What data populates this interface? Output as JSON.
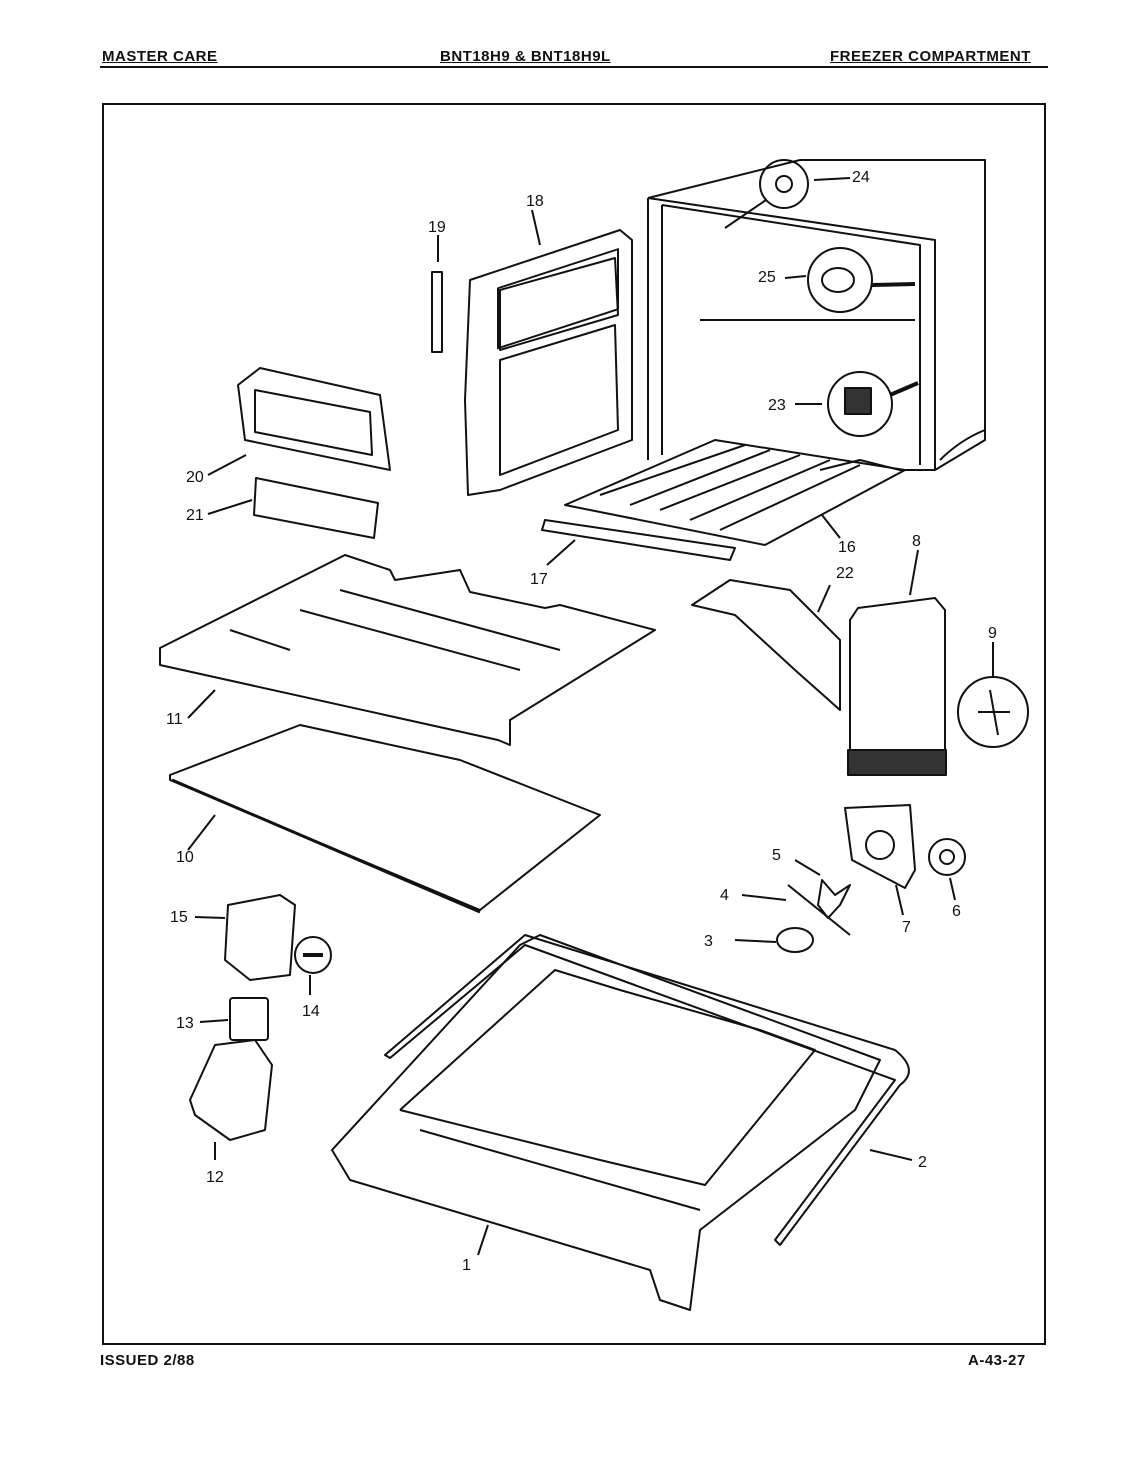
{
  "header": {
    "left": "MASTER CARE",
    "center": "BNT18H9 & BNT18H9L",
    "right": "FREEZER COMPARTMENT"
  },
  "footer": {
    "left": "ISSUED 2/88",
    "right": "A-43-27"
  },
  "callouts": [
    "1",
    "2",
    "3",
    "4",
    "5",
    "6",
    "7",
    "8",
    "9",
    "10",
    "11",
    "12",
    "13",
    "14",
    "15",
    "16",
    "17",
    "18",
    "19",
    "20",
    "21",
    "22",
    "23",
    "24",
    "25"
  ]
}
